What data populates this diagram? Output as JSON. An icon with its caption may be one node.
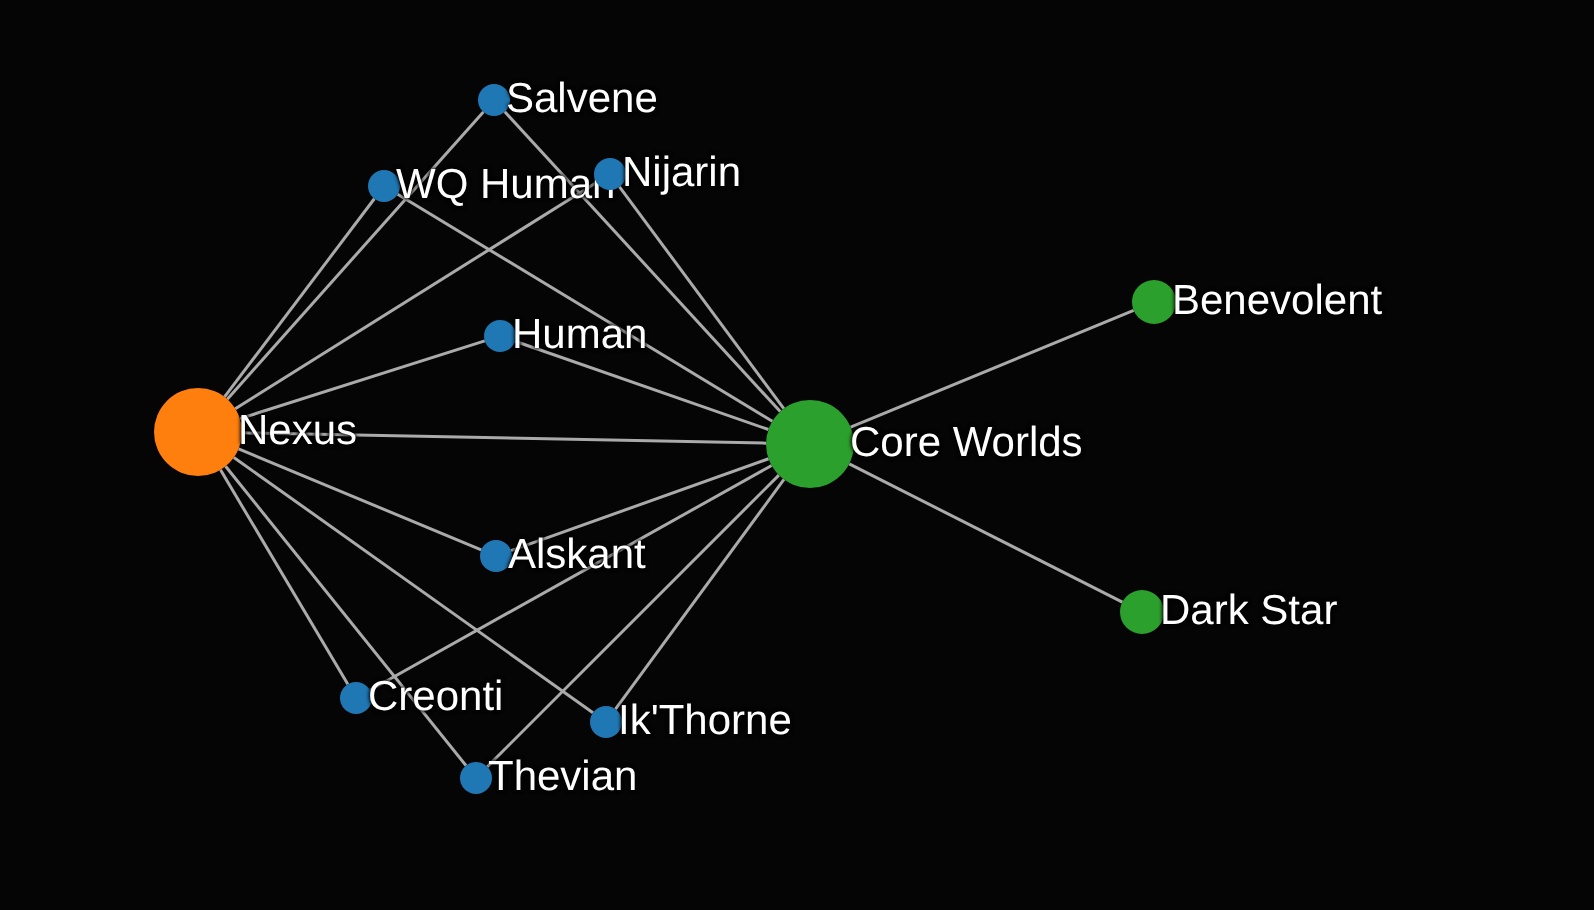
{
  "diagram": {
    "nodes": [
      {
        "text": [
          "Salvene"
        ]
      },
      {
        "text": [
          "WQ Human"
        ]
      },
      {
        "text": [
          "Nijarin"
        ]
      },
      {
        "text": [
          "Human"
        ]
      },
      {
        "text": [
          "Nexus"
        ]
      },
      {
        "text": [
          "Core Worlds"
        ]
      },
      {
        "text": [
          "Benevolent"
        ]
      },
      {
        "text": [
          "Alskant"
        ]
      },
      {
        "text": [
          "Dark Star"
        ]
      },
      {
        "text": [
          "Creonti"
        ]
      },
      {
        "text": [
          "Ik'Thorne"
        ]
      },
      {
        "text": [
          "Thevian"
        ]
      }
    ],
    "edges": [
      {
        "from": 4,
        "to": 0,
        "arrow": "none"
      },
      {
        "from": 4,
        "to": 1,
        "arrow": "none"
      },
      {
        "from": 4,
        "to": 2,
        "arrow": "none"
      },
      {
        "from": 4,
        "to": 3,
        "arrow": "none"
      },
      {
        "from": 4,
        "to": 5,
        "arrow": "none"
      },
      {
        "from": 4,
        "to": 7,
        "arrow": "none"
      },
      {
        "from": 4,
        "to": 9,
        "arrow": "none"
      },
      {
        "from": 4,
        "to": 10,
        "arrow": "none"
      },
      {
        "from": 4,
        "to": 11,
        "arrow": "none"
      },
      {
        "from": 5,
        "to": 0,
        "arrow": "none"
      },
      {
        "from": 5,
        "to": 1,
        "arrow": "none"
      },
      {
        "from": 5,
        "to": 2,
        "arrow": "none"
      },
      {
        "from": 5,
        "to": 3,
        "arrow": "none"
      },
      {
        "from": 5,
        "to": 7,
        "arrow": "none"
      },
      {
        "from": 5,
        "to": 9,
        "arrow": "none"
      },
      {
        "from": 5,
        "to": 10,
        "arrow": "none"
      },
      {
        "from": 5,
        "to": 11,
        "arrow": "none"
      },
      {
        "from": 5,
        "to": 6,
        "arrow": "none"
      },
      {
        "from": 5,
        "to": 8,
        "arrow": "none"
      }
    ]
  }
}
